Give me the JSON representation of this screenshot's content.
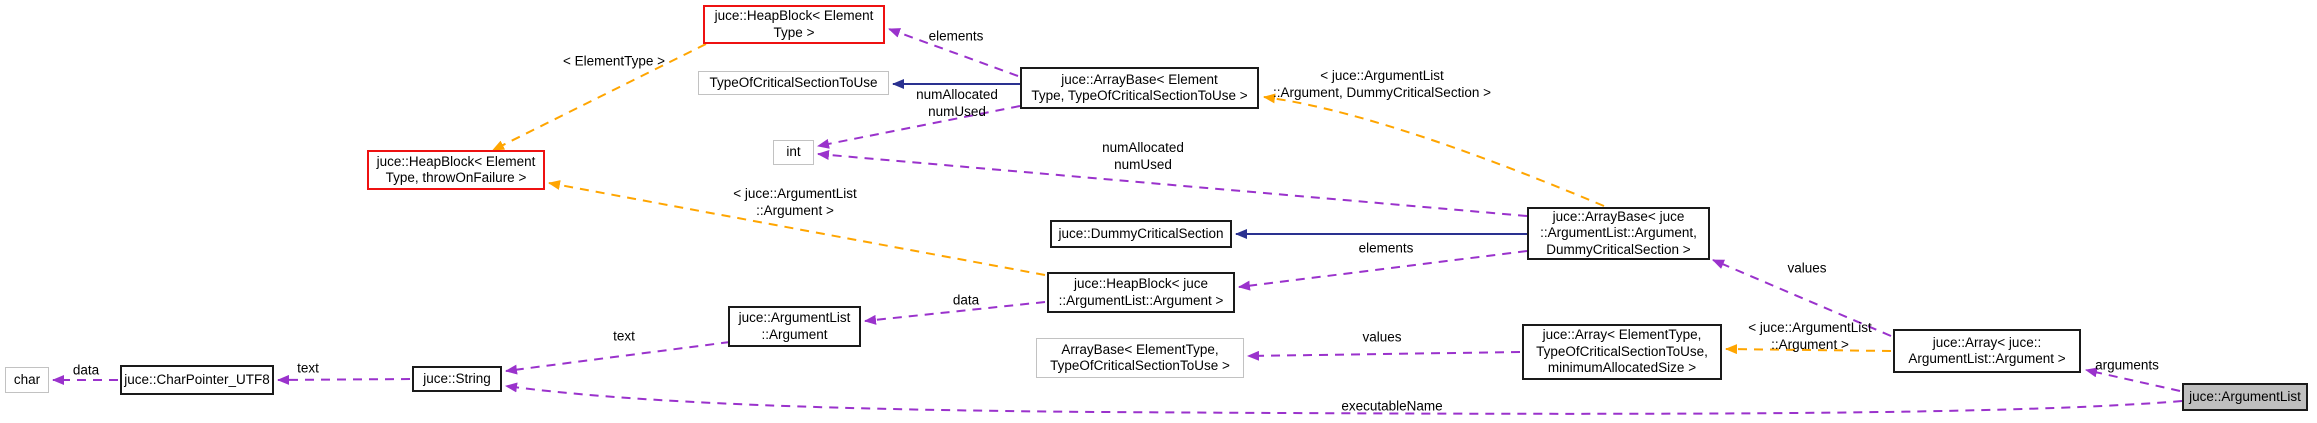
{
  "diagram": {
    "kind": "collaboration-graph",
    "colors": {
      "inheritance_arrow": "#2a3190",
      "usage_arrow": "#9a32cc",
      "template_arrow": "#ffa500",
      "node_border": "#1a1a1a",
      "truncated_node_border": "#ee1111",
      "external_node_border": "#c2c2c2",
      "focus_node_fill": "#bfbfbf",
      "background": "#ffffff"
    },
    "nodes": {
      "hb_et": {
        "label": "juce::HeapBlock< Element\nType >"
      },
      "tocstu": {
        "label": "TypeOfCriticalSectionToUse"
      },
      "ab_et": {
        "label": "juce::ArrayBase< Element\nType, TypeOfCriticalSectionToUse >"
      },
      "int": {
        "label": "int"
      },
      "hb_tof": {
        "label": "juce::HeapBlock< Element\nType, throwOnFailure >"
      },
      "dcs": {
        "label": "juce::DummyCriticalSection"
      },
      "ab_ala": {
        "label": "juce::ArrayBase< juce\n::ArgumentList::Argument,\nDummyCriticalSection >"
      },
      "hb_ala": {
        "label": "juce::HeapBlock< juce\n::ArgumentList::Argument >"
      },
      "arg": {
        "label": "juce::ArgumentList\n::Argument"
      },
      "ab_gray": {
        "label": "ArrayBase< ElementType,\nTypeOfCriticalSectionToUse >"
      },
      "arr_et": {
        "label": "juce::Array< ElementType,\nTypeOfCriticalSectionToUse,\nminimumAllocatedSize >"
      },
      "arr_ala": {
        "label": "juce::Array< juce::\nArgumentList::Argument >"
      },
      "char": {
        "label": "char"
      },
      "cp8": {
        "label": "juce::CharPointer_UTF8"
      },
      "str": {
        "label": "juce::String"
      },
      "argl": {
        "label": "juce::ArgumentList"
      }
    },
    "edge_labels": {
      "elements_top": "elements",
      "element_type": "< ElementType >",
      "numalloc_1": "numAllocated\nnumUsed",
      "tmpl_dcs": "< juce::ArgumentList\n::Argument, DummyCriticalSection >",
      "numalloc_2": "numAllocated\nnumUsed",
      "tmpl_arg_l": "< juce::ArgumentList\n::Argument >",
      "elements_mid": "elements",
      "values_r": "values",
      "data_mid": "data",
      "text_mid": "text",
      "values_mid": "values",
      "tmpl_arg_r": "< juce::ArgumentList\n::Argument >",
      "data_bl": "data",
      "text_bl": "text",
      "arguments": "arguments",
      "execname": "executableName"
    },
    "edges": [
      {
        "from": "ab_et",
        "to": "tocstu",
        "type": "inheritance",
        "label": ""
      },
      {
        "from": "ab_ala",
        "to": "dcs",
        "type": "inheritance",
        "label": ""
      },
      {
        "from": "ab_et",
        "to": "hb_et",
        "type": "usage",
        "label": "elements"
      },
      {
        "from": "ab_et",
        "to": "int",
        "type": "usage",
        "label": "numAllocated numUsed"
      },
      {
        "from": "ab_ala",
        "to": "int",
        "type": "usage",
        "label": "numAllocated numUsed"
      },
      {
        "from": "ab_ala",
        "to": "hb_ala",
        "type": "usage",
        "label": "elements"
      },
      {
        "from": "arr_ala",
        "to": "ab_ala",
        "type": "usage",
        "label": "values"
      },
      {
        "from": "hb_ala",
        "to": "arg",
        "type": "usage",
        "label": "data"
      },
      {
        "from": "arr_et",
        "to": "ab_gray",
        "type": "usage",
        "label": "values"
      },
      {
        "from": "arg",
        "to": "str",
        "type": "usage",
        "label": "text"
      },
      {
        "from": "str",
        "to": "cp8",
        "type": "usage",
        "label": "text"
      },
      {
        "from": "cp8",
        "to": "char",
        "type": "usage",
        "label": "data"
      },
      {
        "from": "argl",
        "to": "arr_ala",
        "type": "usage",
        "label": "arguments"
      },
      {
        "from": "argl",
        "to": "str",
        "type": "usage",
        "label": "executableName"
      },
      {
        "from": "hb_et",
        "to": "hb_tof",
        "type": "template",
        "label": "< ElementType >"
      },
      {
        "from": "hb_ala",
        "to": "hb_tof",
        "type": "template",
        "label": "< juce::ArgumentList::Argument >"
      },
      {
        "from": "ab_ala",
        "to": "ab_et",
        "type": "template",
        "label": "< juce::ArgumentList::Argument, DummyCriticalSection >"
      },
      {
        "from": "arr_ala",
        "to": "arr_et",
        "type": "template",
        "label": "< juce::ArgumentList::Argument >"
      }
    ]
  }
}
